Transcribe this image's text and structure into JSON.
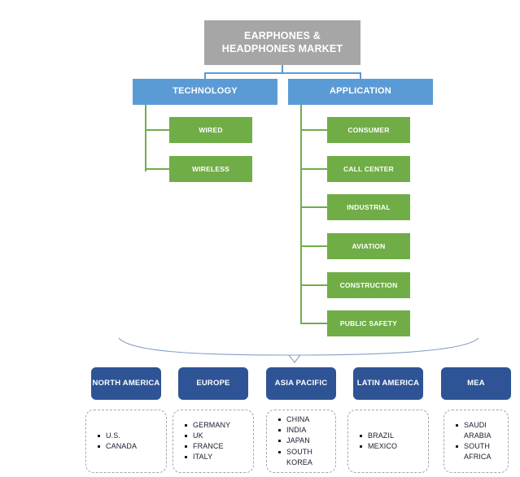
{
  "diagram": {
    "type": "market-segmentation-tree",
    "root": {
      "label": "EARPHONES & HEADPHONES MARKET",
      "color": "#a6a6a6"
    },
    "categories": [
      {
        "label": "TECHNOLOGY",
        "color": "#5b9bd5"
      },
      {
        "label": "APPLICATION",
        "color": "#5b9bd5"
      }
    ],
    "technology_segments": [
      {
        "label": "WIRED"
      },
      {
        "label": "WIRELESS"
      }
    ],
    "application_segments": [
      {
        "label": "CONSUMER"
      },
      {
        "label": "CALL CENTER"
      },
      {
        "label": "INDUSTRIAL"
      },
      {
        "label": "AVIATION"
      },
      {
        "label": "CONSTRUCTION"
      },
      {
        "label": "PUBLIC SAFETY"
      }
    ],
    "segment_color": "#70ad47",
    "region_color": "#2e5496",
    "regions": [
      {
        "label": "NORTH AMERICA",
        "countries": [
          "U.S.",
          "CANADA"
        ]
      },
      {
        "label": "EUROPE",
        "countries": [
          "GERMANY",
          "UK",
          "FRANCE",
          "ITALY"
        ]
      },
      {
        "label": "ASIA PACIFIC",
        "countries": [
          "CHINA",
          "INDIA",
          "JAPAN",
          "SOUTH KOREA"
        ]
      },
      {
        "label": "LATIN AMERICA",
        "countries": [
          "BRAZIL",
          "MEXICO"
        ]
      },
      {
        "label": "MEA",
        "countries": [
          "SAUDI ARABIA",
          "SOUTH AFRICA"
        ]
      }
    ]
  }
}
